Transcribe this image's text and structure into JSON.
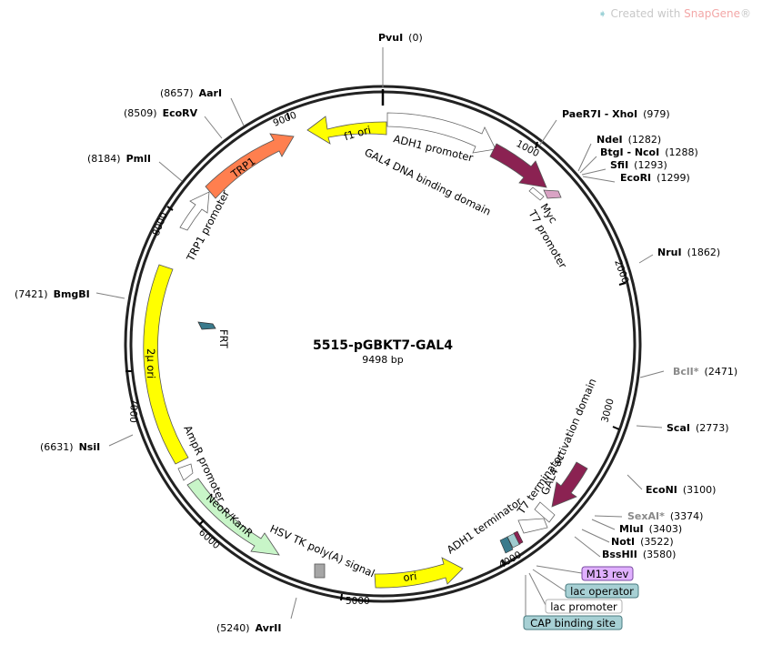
{
  "watermark": {
    "prefix": "Created with ",
    "brand": "SnapGene",
    "suffix": "®"
  },
  "plasmid": {
    "name": "5515-pGBKT7-GAL4",
    "length_label": "9498 bp"
  },
  "ticks": [
    "1000",
    "2000",
    "3000",
    "4000",
    "5000",
    "6000",
    "7000",
    "8000",
    "9000"
  ],
  "sites": [
    {
      "name": "PvuI",
      "pos": "(0)"
    },
    {
      "name": "PaeR7I - XhoI",
      "pos": "(979)"
    },
    {
      "name": "NdeI",
      "pos": "(1282)"
    },
    {
      "name": "BtgI - NcoI",
      "pos": "(1288)"
    },
    {
      "name": "SfiI",
      "pos": "(1293)"
    },
    {
      "name": "EcoRI",
      "pos": "(1299)"
    },
    {
      "name": "NruI",
      "pos": "(1862)"
    },
    {
      "name": "BclI*",
      "pos": "(2471)"
    },
    {
      "name": "ScaI",
      "pos": "(2773)"
    },
    {
      "name": "EcoNI",
      "pos": "(3100)"
    },
    {
      "name": "SexAI*",
      "pos": "(3374)"
    },
    {
      "name": "MluI",
      "pos": "(3403)"
    },
    {
      "name": "NotI",
      "pos": "(3522)"
    },
    {
      "name": "BssHII",
      "pos": "(3580)"
    },
    {
      "name": "AvrII",
      "pos": "(5240)"
    },
    {
      "name": "NsiI",
      "pos": "(6631)"
    },
    {
      "name": "BmgBI",
      "pos": "(7421)"
    },
    {
      "name": "PmlI",
      "pos": "(8184)"
    },
    {
      "name": "EcoRV",
      "pos": "(8509)"
    },
    {
      "name": "AarI",
      "pos": "(8657)"
    }
  ],
  "features": {
    "f1_ori": "f1 ori",
    "adh1_promoter": "ADH1 promoter",
    "gal4_dbd": "GAL4 DNA binding domain",
    "myc": "Myc",
    "t7_promoter": "T7 promoter",
    "trp1": "TRP1",
    "trp1_promoter": "TRP1 promoter",
    "two_mu_ori": "2μ ori",
    "frt": "FRT",
    "ampr_promoter": "AmpR promoter",
    "neo_kan": "NeoR/KanR",
    "hsv_tk": "HSV TK poly(A) signal",
    "ori": "ori",
    "gal4_ad": "GAL4 activation domain",
    "t7_terminator": "T7 terminator",
    "adh1_terminator": "ADH1 terminator"
  },
  "boxes": {
    "m13_rev": "M13 rev",
    "lac_operator": "lac operator",
    "lac_promoter": "lac promoter",
    "cap_site": "CAP binding site"
  },
  "colors": {
    "f1_ori": "#ffff00",
    "ori": "#ffff00",
    "two_mu": "#ffff00",
    "trp1": "#ff7f4f",
    "gal4": "#8b2252",
    "myc": "#d9a3c4",
    "neo": "#c8f5c8",
    "frt": "#3a7a8c",
    "m13_box": "#d9a3ff",
    "lac_operator_box": "#9fcbcf",
    "cap_box": "#9fcbcf"
  }
}
